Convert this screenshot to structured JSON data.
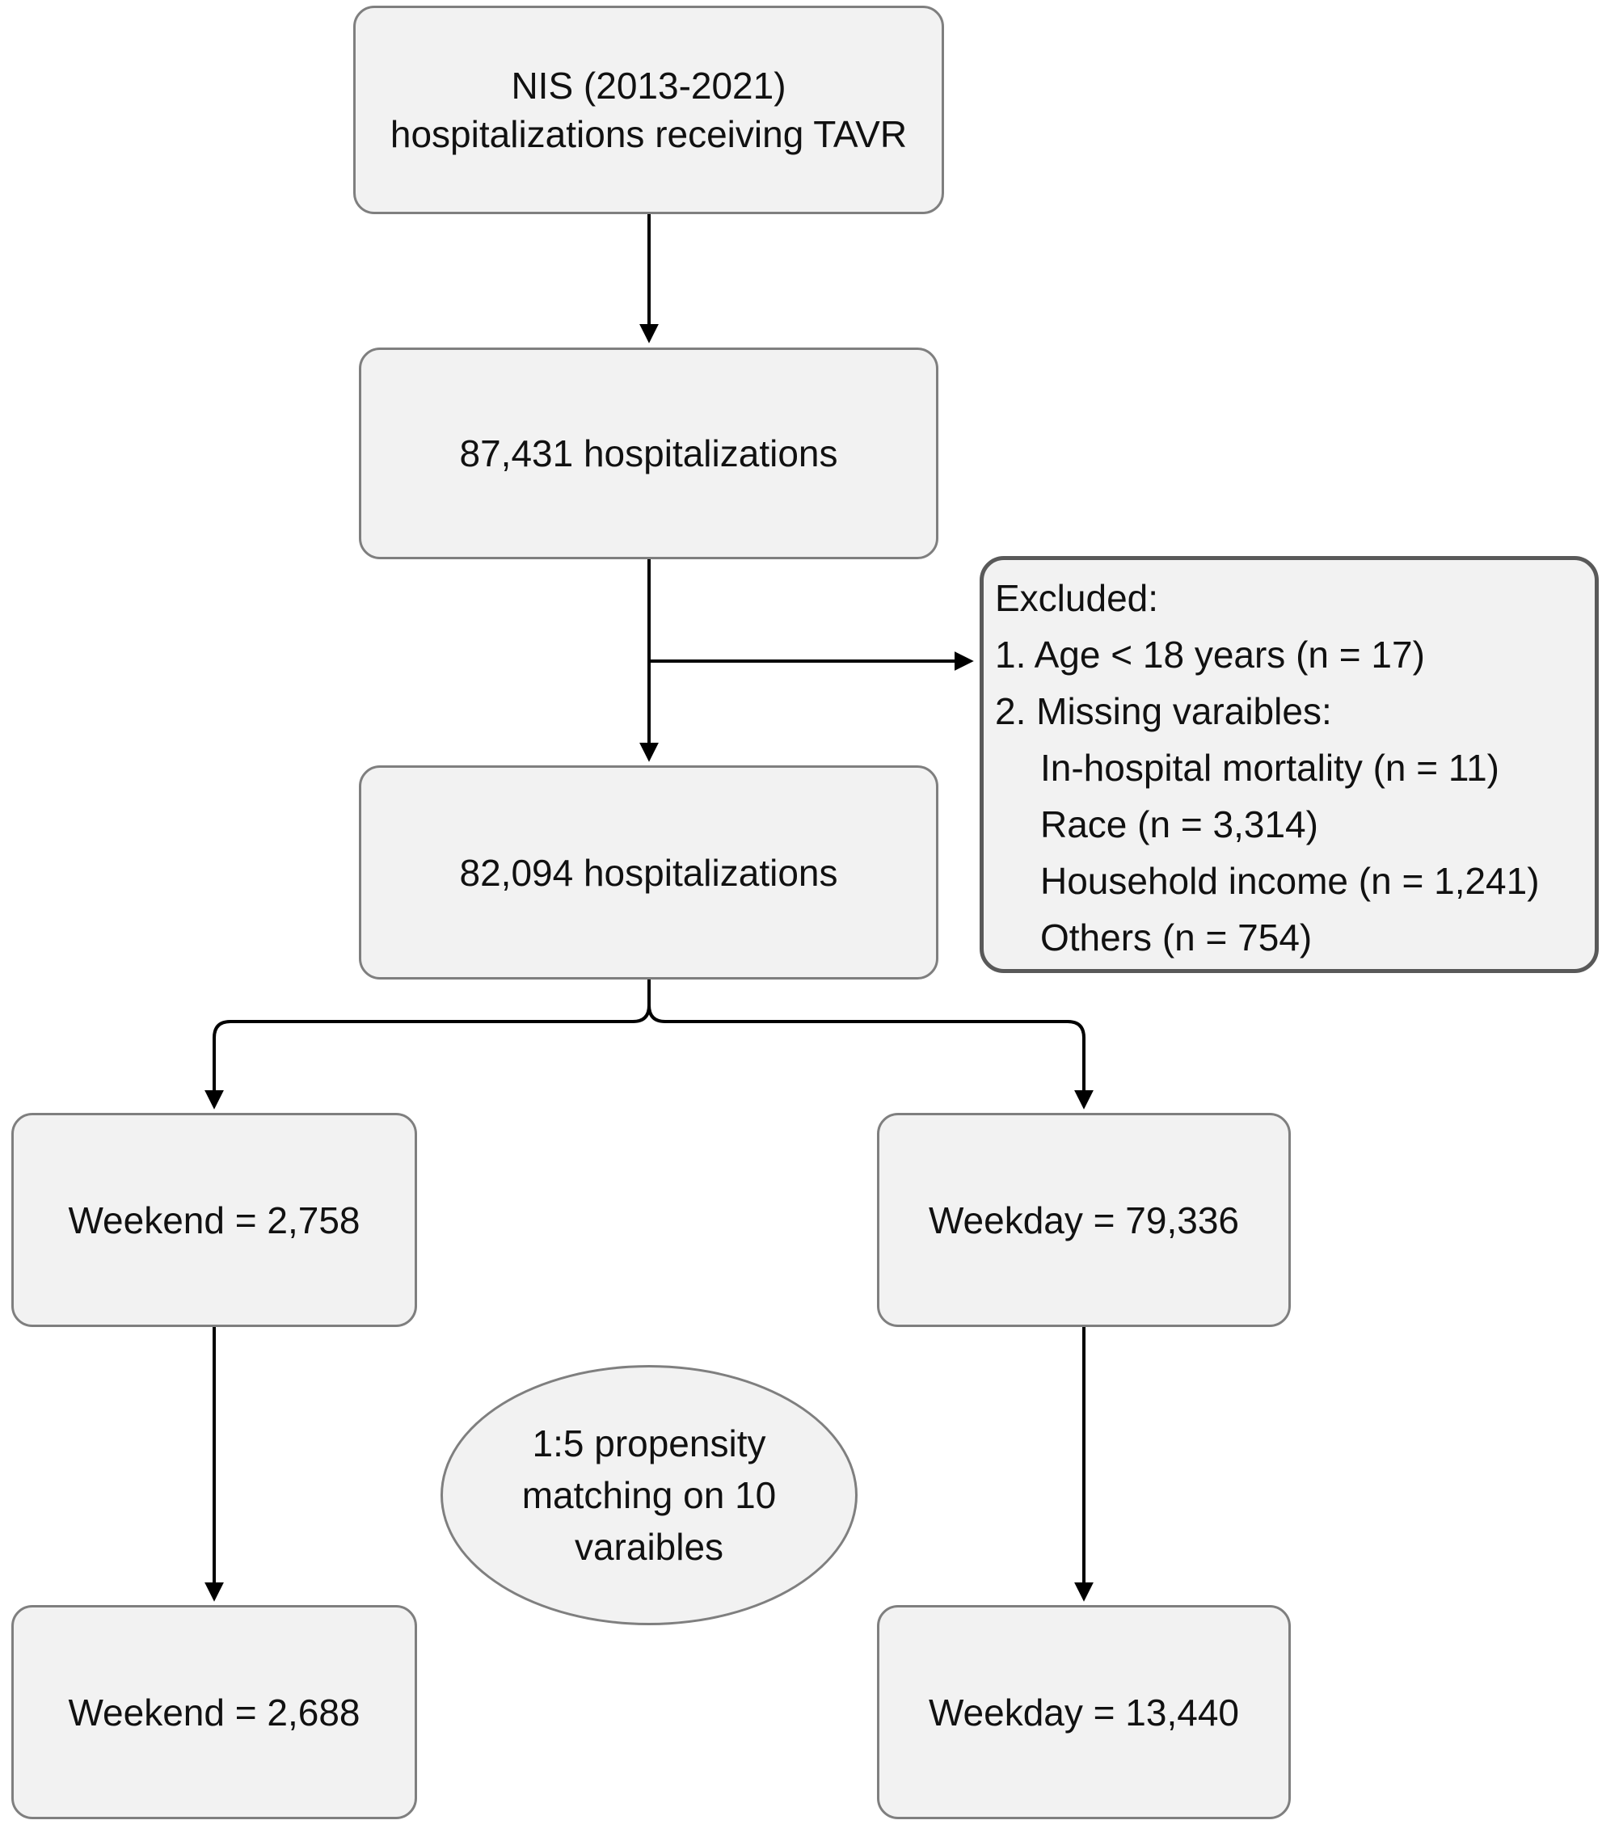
{
  "figure": "study-flow-diagram",
  "nodes": {
    "source": {
      "lines": [
        "NIS (2013-2021)",
        "hospitalizations receiving TAVR"
      ]
    },
    "total": {
      "label": "87,431 hospitalizations"
    },
    "excluded": {
      "title": "Excluded:",
      "items": [
        "1. Age < 18 years (n = 17)",
        "2. Missing varaibles:",
        "In-hospital mortality (n = 11)",
        "Race (n = 3,314)",
        "Household income (n = 1,241)",
        "Others (n = 754)"
      ]
    },
    "included": {
      "label": "82,094 hospitalizations"
    },
    "weekend": {
      "label": "Weekend = 2,758"
    },
    "weekday": {
      "label": "Weekday = 79,336"
    },
    "matching": {
      "lines": [
        "1:5 propensity",
        "matching on 10",
        "varaibles"
      ]
    },
    "weekend_matched": {
      "label": "Weekend = 2,688"
    },
    "weekday_matched": {
      "label": "Weekday = 13,440"
    }
  },
  "colors": {
    "box_fill": "#f2f2f2",
    "box_border": "#7f7f7f",
    "excluded_border": "#595959",
    "arrow": "#000000",
    "text": "#111111"
  }
}
